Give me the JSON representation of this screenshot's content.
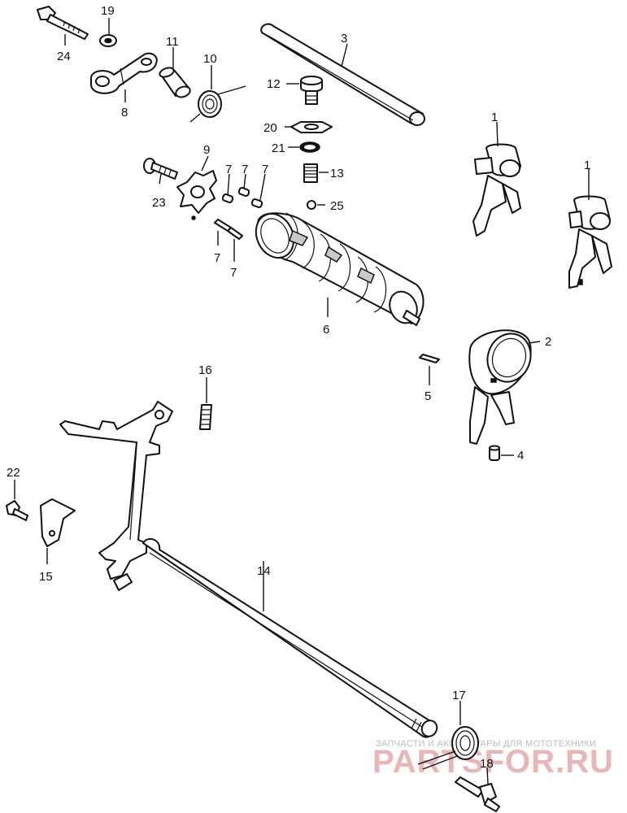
{
  "callouts": [
    "1",
    "1",
    "2",
    "3",
    "4",
    "5",
    "6",
    "7",
    "7",
    "7",
    "7",
    "7",
    "8",
    "9",
    "10",
    "11",
    "12",
    "13",
    "14",
    "15",
    "16",
    "17",
    "18",
    "19",
    "20",
    "21",
    "22",
    "23",
    "24",
    "25"
  ],
  "watermark": {
    "tagline": "ЗАПЧАСТИ И АКСЕССУАРЫ ДЛЯ МОТОТЕХНИКИ",
    "site": "PARTSFOR.RU"
  }
}
